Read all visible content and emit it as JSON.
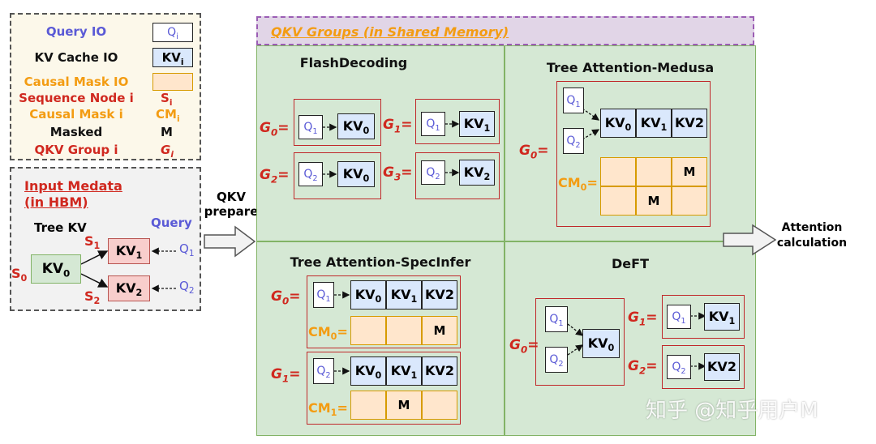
{
  "legend": {
    "query_io": "Query IO",
    "query_io_sym": "Q",
    "kv_cache_io": "KV Cache IO",
    "kv_cache_io_sym": "KV",
    "causal_mask_io": "Causal Mask IO",
    "sequence_node": "Sequence Node i",
    "sequence_node_sym": "S",
    "causal_mask_i": "Causal Mask i",
    "causal_mask_i_sym": "CM",
    "masked": "Masked",
    "masked_sym": "M",
    "qkv_group": "QKV Group i",
    "qkv_group_sym": "G",
    "sub_i": "i"
  },
  "input_metadata": {
    "title_line1": "Input Medata",
    "title_line2": "(in HBM)",
    "tree_kv": "Tree KV",
    "query": "Query",
    "nodes": {
      "kv0": "KV",
      "kv1": "KV",
      "kv2": "KV"
    },
    "s_labels": [
      "S",
      "S",
      "S"
    ],
    "queries": [
      "Q",
      "Q"
    ]
  },
  "qkv_prepare": "QKV prepare",
  "qkv_groups_title": "QKV Groups (in Shared Memory)",
  "attention_calc": "Attention calculation",
  "panels": {
    "flashdecoding": "FlashDecoding",
    "medusa": "Tree Attention-Medusa",
    "specinfer": "Tree Attention-SpecInfer",
    "deft": "DeFT"
  },
  "symbols": {
    "G": "G",
    "Q": "Q",
    "KV": "KV",
    "CM": "CM",
    "M": "M",
    "eq": "="
  },
  "subscripts": [
    "0",
    "1",
    "2",
    "3"
  ],
  "watermark": "知乎 @知乎用户M",
  "colors": {
    "query": "#5a5ad6",
    "causal_mask": "#f39c12",
    "group": "#d0281f",
    "panel_fill": "#d5e8d4",
    "kv_fill": "#dae8fc",
    "mask_fill": "#ffe6cc",
    "shared_mem": "#e1d5e7"
  }
}
